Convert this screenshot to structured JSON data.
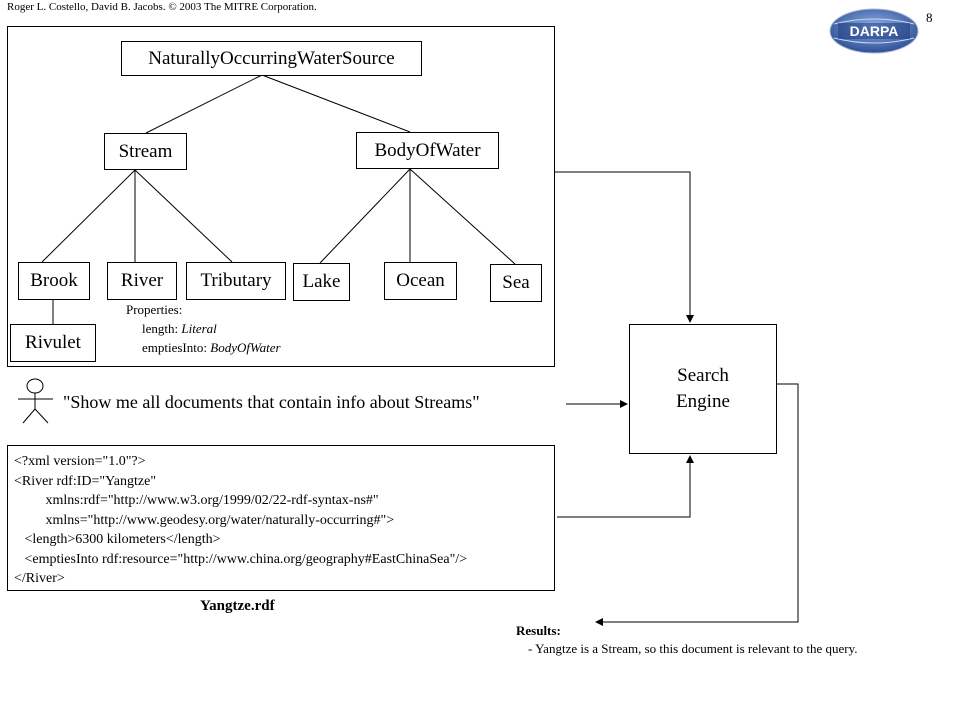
{
  "header": {
    "copyright": "Roger L. Costello, David B. Jacobs. © 2003 The MITRE Corporation.",
    "page_number": "8",
    "logo_text": "DARPA"
  },
  "taxonomy": {
    "root": "NaturallyOccurringWaterSource",
    "stream": "Stream",
    "body_of_water": "BodyOfWater",
    "brook": "Brook",
    "river": "River",
    "tributary": "Tributary",
    "lake": "Lake",
    "ocean": "Ocean",
    "sea": "Sea",
    "rivulet": "Rivulet"
  },
  "properties": {
    "title": "Properties:",
    "items": [
      {
        "name": "length: ",
        "type": "Literal"
      },
      {
        "name": "emptiesInto: ",
        "type": "BodyOfWater"
      }
    ]
  },
  "query": {
    "text": "\"Show me all documents that contain info about Streams\"",
    "user_icon": "stick-figure-icon"
  },
  "rdf_document": {
    "lines": [
      "<?xml version=\"1.0\"?>",
      "<River rdf:ID=\"Yangtze\"",
      "         xmlns:rdf=\"http://www.w3.org/1999/02/22-rdf-syntax-ns#\"",
      "         xmlns=\"http://www.geodesy.org/water/naturally-occurring#\">",
      "   <length>6300 kilometers</length>",
      "   <emptiesInto rdf:resource=\"http://www.china.org/geography#EastChinaSea\"/>",
      "</River>"
    ],
    "caption": "Yangtze.rdf"
  },
  "search_engine": {
    "line1": "Search",
    "line2": "Engine"
  },
  "results": {
    "title": "Results:",
    "text": "- Yangtze is a Stream, so this document is relevant to the query."
  },
  "colors": {
    "logo_fill": "#3a5fa8",
    "logo_text": "#ffffff",
    "line": "#000000"
  }
}
